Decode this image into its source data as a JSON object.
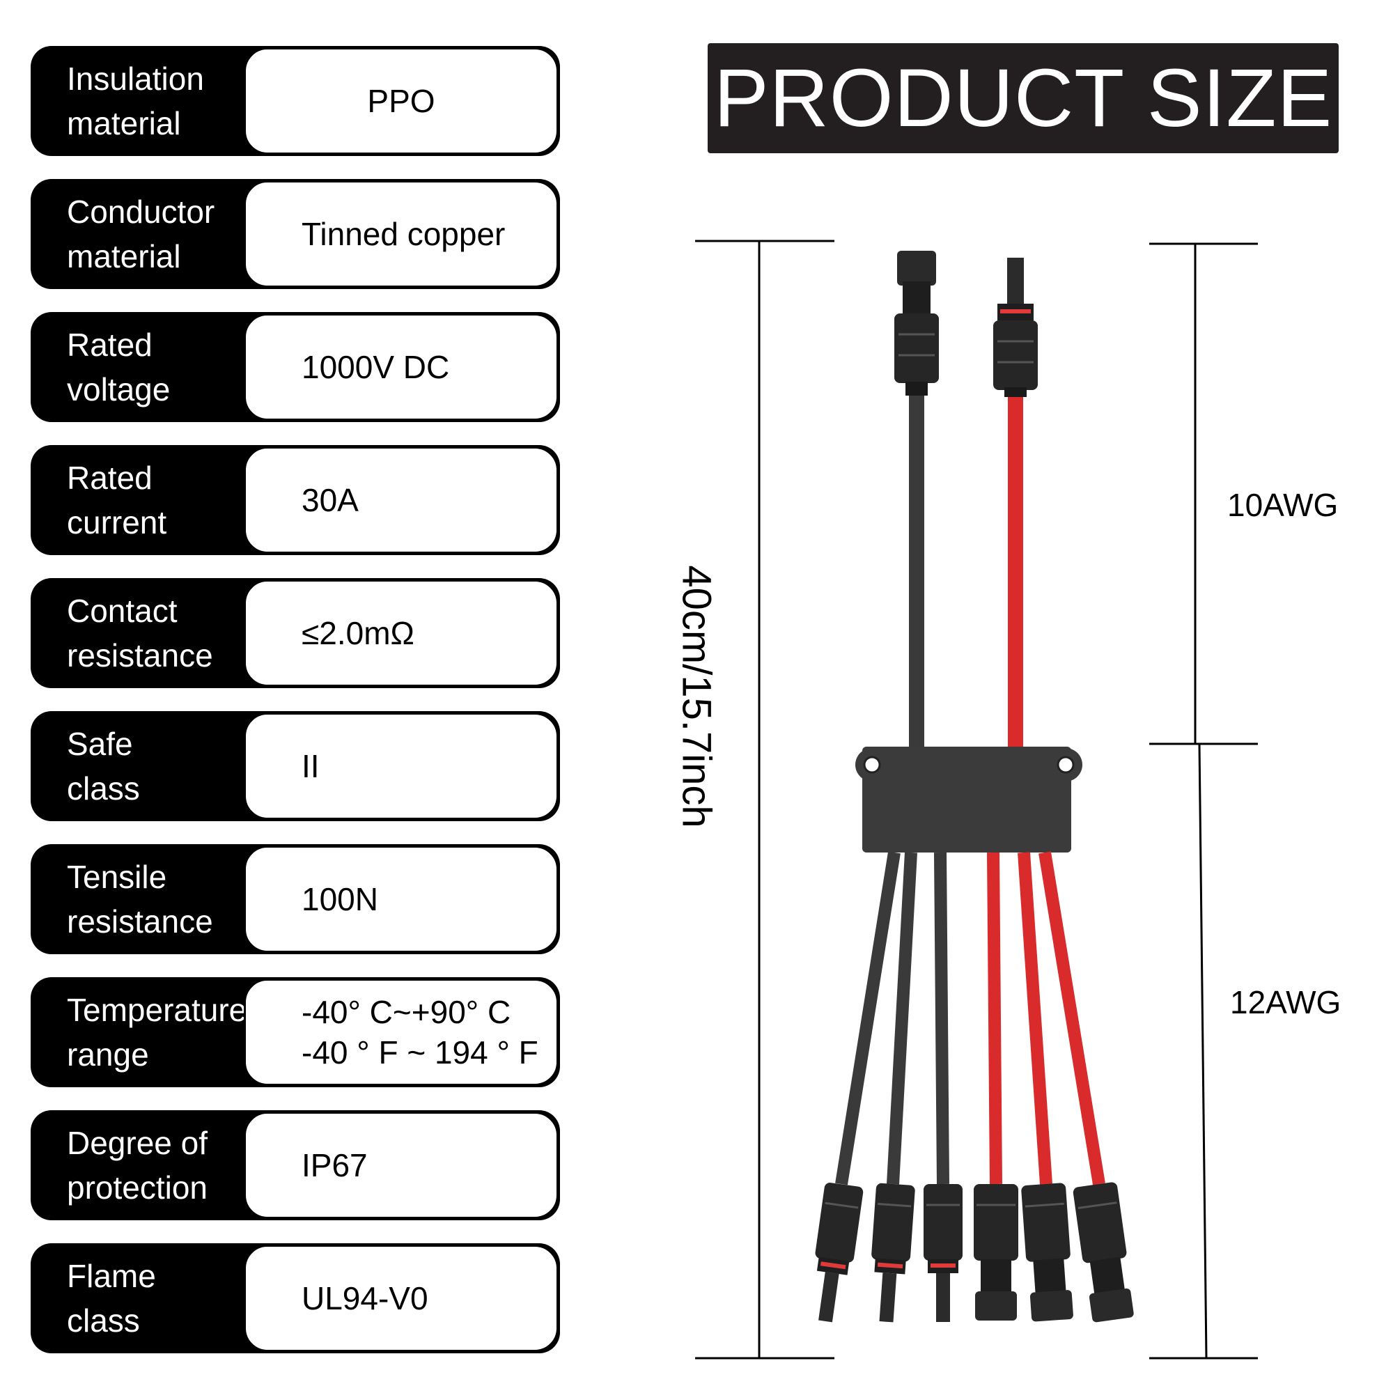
{
  "title": "PRODUCT SIZE",
  "specs": [
    {
      "label": "Insulation\nmaterial",
      "value": "PPO"
    },
    {
      "label": "Conductor\nmaterial",
      "value": "Tinned copper"
    },
    {
      "label": "Rated\nvoltage",
      "value": "1000V DC"
    },
    {
      "label": "Rated\ncurrent",
      "value": "30A"
    },
    {
      "label": "Contact\nresistance",
      "value": "≤2.0mΩ"
    },
    {
      "label": "Safe\nclass",
      "value": "II"
    },
    {
      "label": "Tensile\nresistance",
      "value": "100N"
    },
    {
      "label": "Temperature\nrange",
      "value": "-40° C~+90° C\n-40 ° F ~ 194 ° F"
    },
    {
      "label": "Degree of\nprotection",
      "value": "IP67"
    },
    {
      "label": "Flame\nclass",
      "value": "UL94-V0"
    }
  ],
  "dimensions": {
    "length": "40cm/15.7inch",
    "upper_gauge": "10AWG",
    "lower_gauge": "12AWG"
  },
  "colors": {
    "black_cable": "#3a3a3a",
    "red_cable": "#d92b2b",
    "title_bg": "#231f20"
  }
}
